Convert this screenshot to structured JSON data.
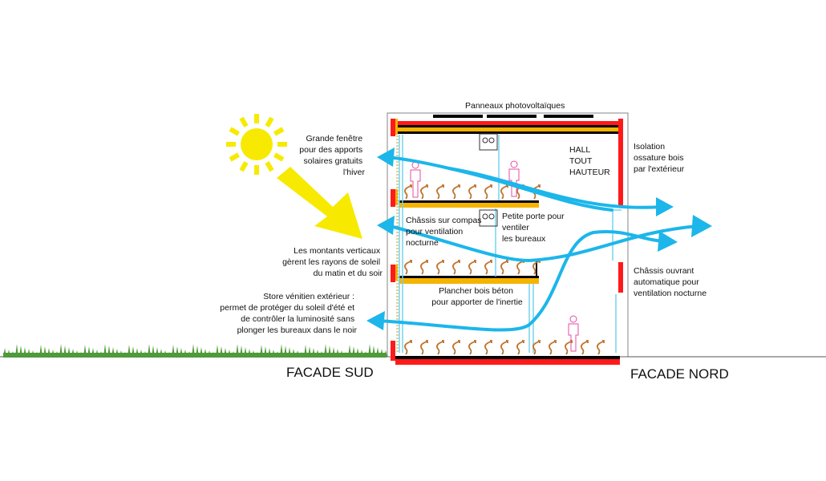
{
  "labels": {
    "panneaux": "Panneaux photovoltaïques",
    "grande_fenetre": [
      "Grande fenêtre",
      "pour des apports",
      "solaires gratuits",
      "l'hiver"
    ],
    "hall": [
      "HALL",
      "TOUT",
      "HAUTEUR"
    ],
    "isolation": [
      "Isolation",
      "ossature bois",
      "par l'extérieur"
    ],
    "chassis_compas": [
      "Châssis sur compas",
      "pour ventilation",
      "nocturne"
    ],
    "petite_porte": [
      "Petite porte pour",
      "ventiler",
      "les bureaux"
    ],
    "montants": [
      "Les montants verticaux",
      "gèrent les rayons de soleil",
      "du matin et du soir"
    ],
    "chassis_ouvrant": [
      "Châssis ouvrant",
      "automatique pour",
      "ventilation nocturne"
    ],
    "plancher": [
      "Plancher bois béton",
      "pour apporter de l'inertie"
    ],
    "store": [
      "Store vénitien extérieur :",
      "permet de protéger du soleil d'été et",
      "de contrôler la luminosité sans",
      "plonger les bureaux dans le noir"
    ],
    "facade_sud": "FACADE SUD",
    "facade_nord": "FACADE NORD"
  },
  "colors": {
    "airflow": "#1cb6ea",
    "insulation": "#ff1a1a",
    "slab": "#f5b400",
    "sun": "#f7ea00",
    "heat": "#c0722a",
    "person": "#e64ca0",
    "grass": "#4f9a3a",
    "window": "#74d3ec"
  },
  "icons": [
    "sun-icon",
    "sun-ray-arrow",
    "photovoltaic-panel",
    "person-icon",
    "heat-wave-icon",
    "vent-box-icon",
    "grass"
  ]
}
